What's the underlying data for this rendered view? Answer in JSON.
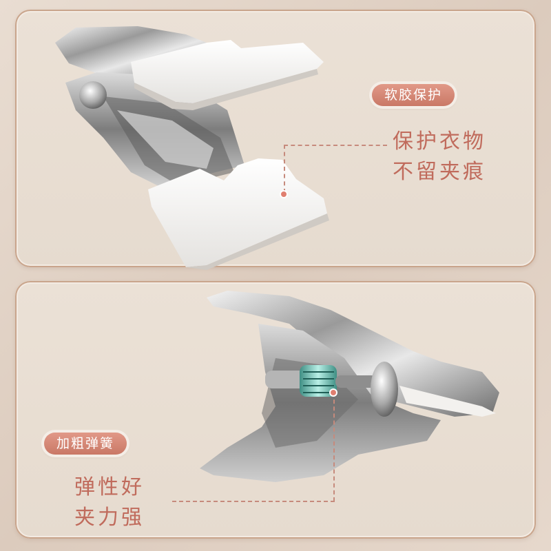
{
  "top_section": {
    "badge": "软胶保护",
    "lines": [
      "保护衣物",
      "不留夹痕"
    ]
  },
  "bottom_section": {
    "badge": "加粗弹簧",
    "lines": [
      "弹性好",
      "夹力强"
    ]
  },
  "colors": {
    "accent": "#c97866",
    "caption": "#c06b5c",
    "background": "#e9ddd2",
    "panel_border": "#c9a58c"
  }
}
